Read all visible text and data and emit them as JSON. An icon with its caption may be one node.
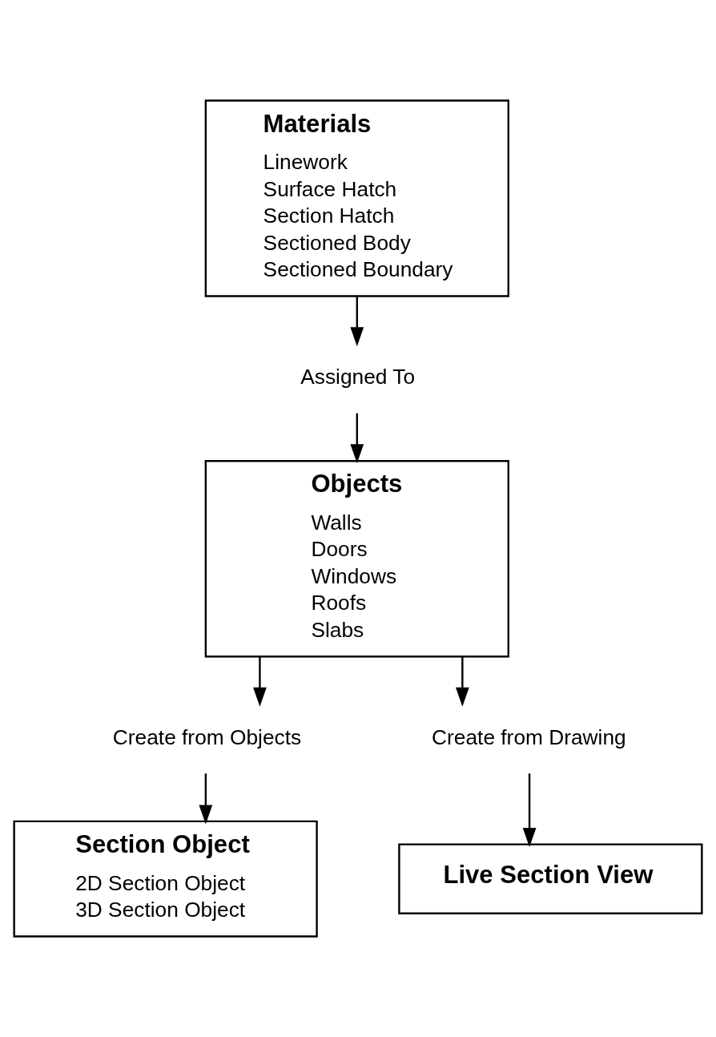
{
  "diagram": {
    "nodes": [
      {
        "text": [
          "Materials",
          "Linework",
          "Surface Hatch",
          "Section Hatch",
          "Sectioned Body",
          "Sectioned Boundary"
        ]
      },
      {
        "text": [
          "Assigned To"
        ]
      },
      {
        "text": [
          "Objects",
          "Walls",
          "Doors",
          "Windows",
          "Roofs",
          "Slabs"
        ]
      },
      {
        "text": [
          "Create from Objects"
        ]
      },
      {
        "text": [
          "Create from Drawing"
        ]
      },
      {
        "text": [
          "Section Object",
          "2D Section Object",
          "3D Section Object"
        ]
      },
      {
        "text": [
          "Live Section View"
        ]
      }
    ],
    "edges": [
      {
        "from": 0,
        "to": 1,
        "arrow": "to"
      },
      {
        "from": 1,
        "to": 2,
        "arrow": "to"
      },
      {
        "from": 2,
        "to": 3,
        "arrow": "to"
      },
      {
        "from": 2,
        "to": 4,
        "arrow": "to"
      },
      {
        "from": 3,
        "to": 5,
        "arrow": "to"
      },
      {
        "from": 4,
        "to": 6,
        "arrow": "to"
      }
    ]
  }
}
